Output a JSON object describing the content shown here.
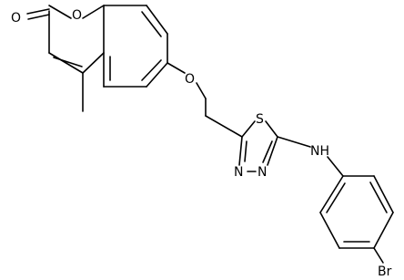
{
  "atoms": {
    "carbonyl_oxygen": "O",
    "ring_oxygen": "O",
    "ether_oxygen": "O",
    "thiadiazole_sulfur": "S",
    "thiadiazole_n1": "N",
    "thiadiazole_n2": "N",
    "amine": "NH",
    "bromine": "Br"
  }
}
